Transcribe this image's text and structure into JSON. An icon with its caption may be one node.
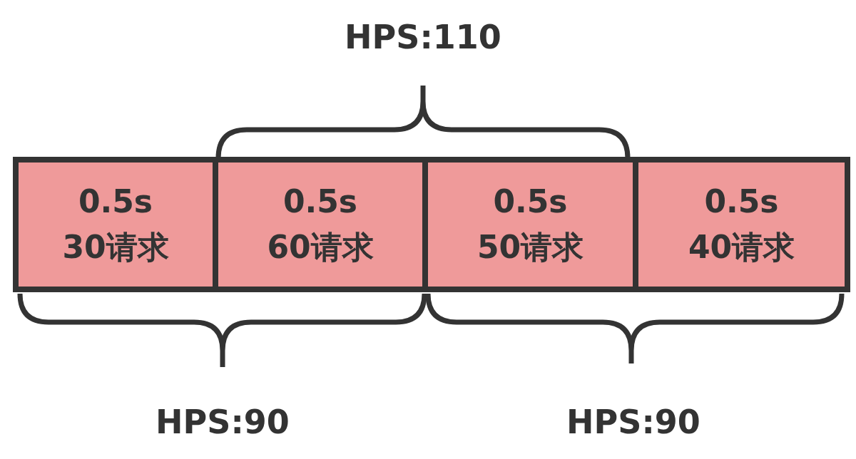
{
  "diagram": {
    "nodes": [
      {
        "text": [
          "0.5s",
          "30请求"
        ]
      },
      {
        "text": [
          "0.5s",
          "60请求"
        ]
      },
      {
        "text": [
          "0.5s",
          "50请求"
        ]
      },
      {
        "text": [
          "0.5s",
          "40请求"
        ]
      }
    ],
    "labels": [
      "HPS:110",
      "HPS:90",
      "HPS:90"
    ]
  }
}
